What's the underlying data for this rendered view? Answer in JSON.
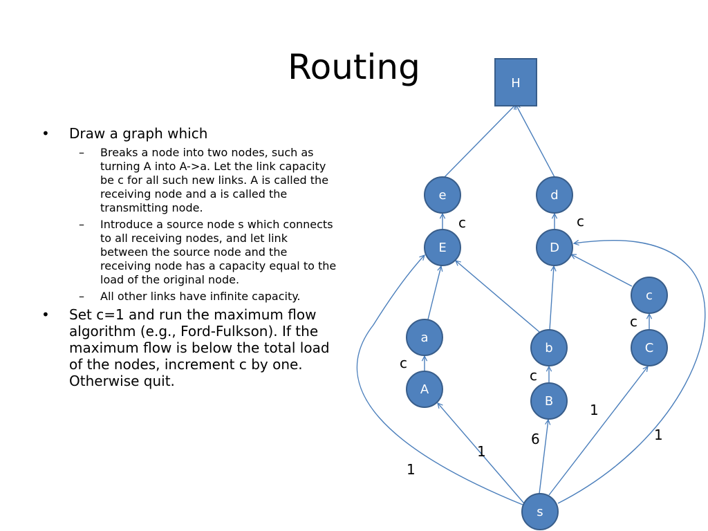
{
  "slide": {
    "title": "Routing",
    "bullets": [
      {
        "text": "Draw a graph which",
        "subbullets": [
          "Breaks a node into two nodes, such as turning A into A->a. Let the link capacity be c for all such new links. A is called the receiving node and a is called the transmitting node.",
          "Introduce a source node s which connects to all receiving nodes, and let link between the source node and the receiving node has a capacity equal to the load of the original node.",
          "All other links have infinite capacity."
        ]
      },
      {
        "text": "Set c=1 and run the maximum flow algorithm (e.g., Ford-Fulkson). If the maximum flow is below the total load of the nodes, increment c by one. Otherwise quit.",
        "subbullets": []
      }
    ],
    "bullet_marks": {
      "level1": "•",
      "level2": "–"
    }
  },
  "graph": {
    "nodes": [
      {
        "id": "H",
        "label": "H",
        "shape": "square"
      },
      {
        "id": "e",
        "label": "e",
        "shape": "circle"
      },
      {
        "id": "d",
        "label": "d",
        "shape": "circle"
      },
      {
        "id": "E",
        "label": "E",
        "shape": "circle"
      },
      {
        "id": "D",
        "label": "D",
        "shape": "circle"
      },
      {
        "id": "c",
        "label": "c",
        "shape": "circle"
      },
      {
        "id": "a",
        "label": "a",
        "shape": "circle"
      },
      {
        "id": "b",
        "label": "b",
        "shape": "circle"
      },
      {
        "id": "C",
        "label": "C",
        "shape": "circle"
      },
      {
        "id": "A",
        "label": "A",
        "shape": "circle"
      },
      {
        "id": "B",
        "label": "B",
        "shape": "circle"
      },
      {
        "id": "s",
        "label": "s",
        "shape": "circle"
      }
    ],
    "edges": [
      {
        "from": "e",
        "to": "H",
        "label": ""
      },
      {
        "from": "d",
        "to": "H",
        "label": ""
      },
      {
        "from": "E",
        "to": "e",
        "label": "c"
      },
      {
        "from": "D",
        "to": "d",
        "label": "c"
      },
      {
        "from": "a",
        "to": "E",
        "label": ""
      },
      {
        "from": "b",
        "to": "E",
        "label": ""
      },
      {
        "from": "b",
        "to": "D",
        "label": ""
      },
      {
        "from": "c",
        "to": "D",
        "label": ""
      },
      {
        "from": "A",
        "to": "a",
        "label": "c"
      },
      {
        "from": "B",
        "to": "b",
        "label": "c"
      },
      {
        "from": "C",
        "to": "c",
        "label": "c"
      },
      {
        "from": "s",
        "to": "A",
        "label": "1"
      },
      {
        "from": "s",
        "to": "B",
        "label": "6"
      },
      {
        "from": "s",
        "to": "C",
        "label": "1"
      },
      {
        "from": "s",
        "to": "E",
        "label": "1"
      },
      {
        "from": "s",
        "to": "D",
        "label": "1"
      }
    ]
  },
  "colors": {
    "node_fill": "#4f81bd",
    "node_stroke": "#385d8a",
    "node_text": "#ffffff",
    "edge": "#4a7ebb"
  }
}
